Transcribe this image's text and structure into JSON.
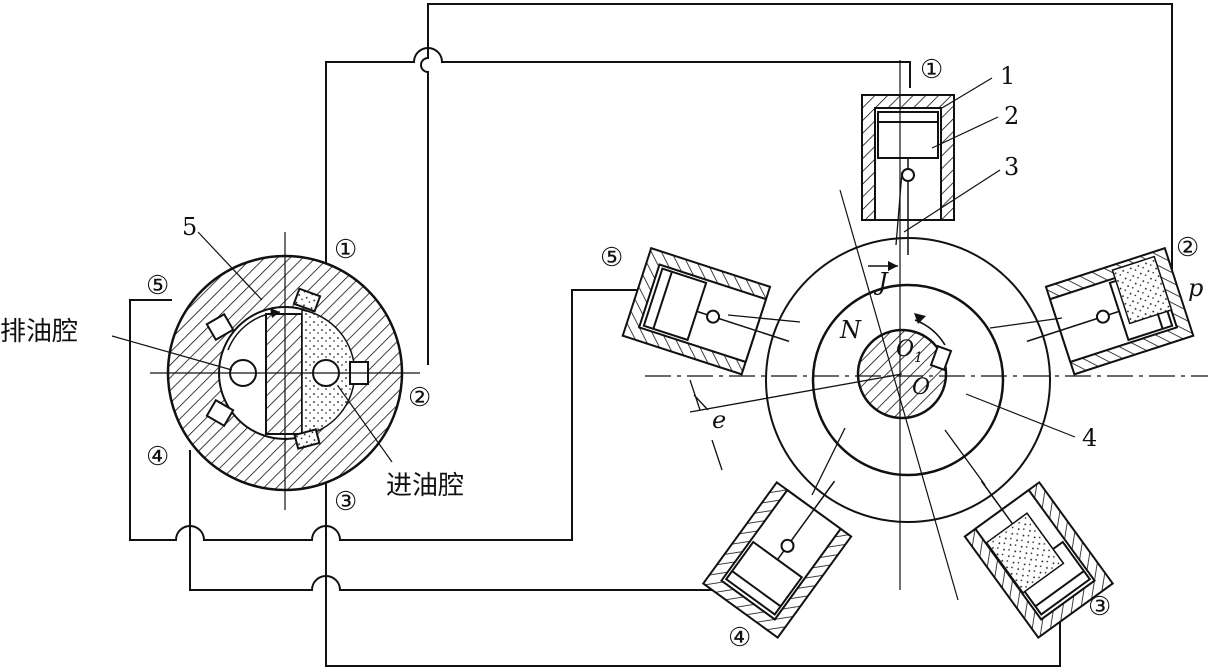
{
  "labels": {
    "distributor_num": "5",
    "exhaust": "排油腔",
    "intake": "进油腔",
    "motor_parts": [
      "1",
      "2",
      "3",
      "4"
    ],
    "e": "e",
    "p": "p",
    "J": "J",
    "N": "N",
    "O1": "O",
    "O1_sub": "1",
    "O": "O"
  },
  "ports": [
    "①",
    "②",
    "③",
    "④",
    "⑤"
  ]
}
